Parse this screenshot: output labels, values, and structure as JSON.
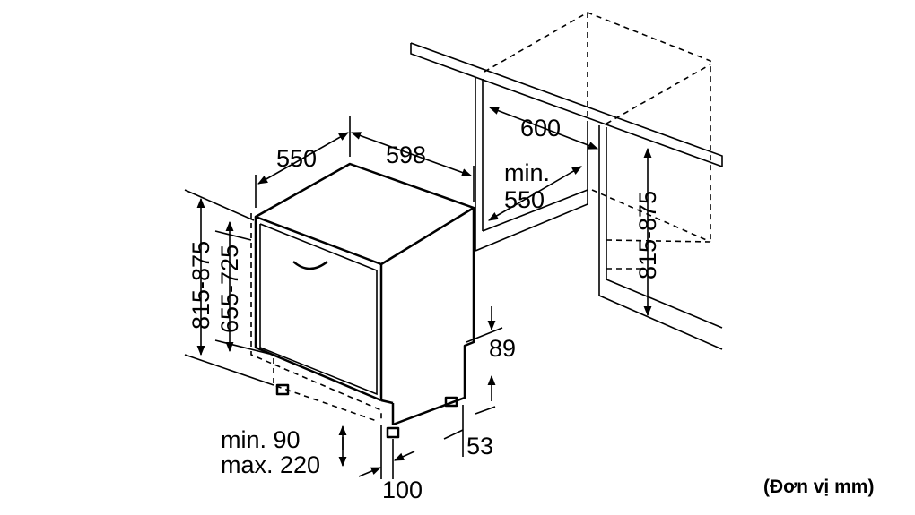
{
  "labels": {
    "depth_550": "550",
    "width_598": "598",
    "height_815_875_left": "815-875",
    "door_655_725": "655-725",
    "kick_89": "89",
    "kick_53": "53",
    "plinth_min": "min. 90",
    "plinth_max": "max. 220",
    "foot_100": "100",
    "niche_600": "600",
    "niche_min": "min.",
    "niche_550": "550",
    "height_815_875_right": "815-875",
    "unit_note": "(Đơn vị mm)"
  }
}
